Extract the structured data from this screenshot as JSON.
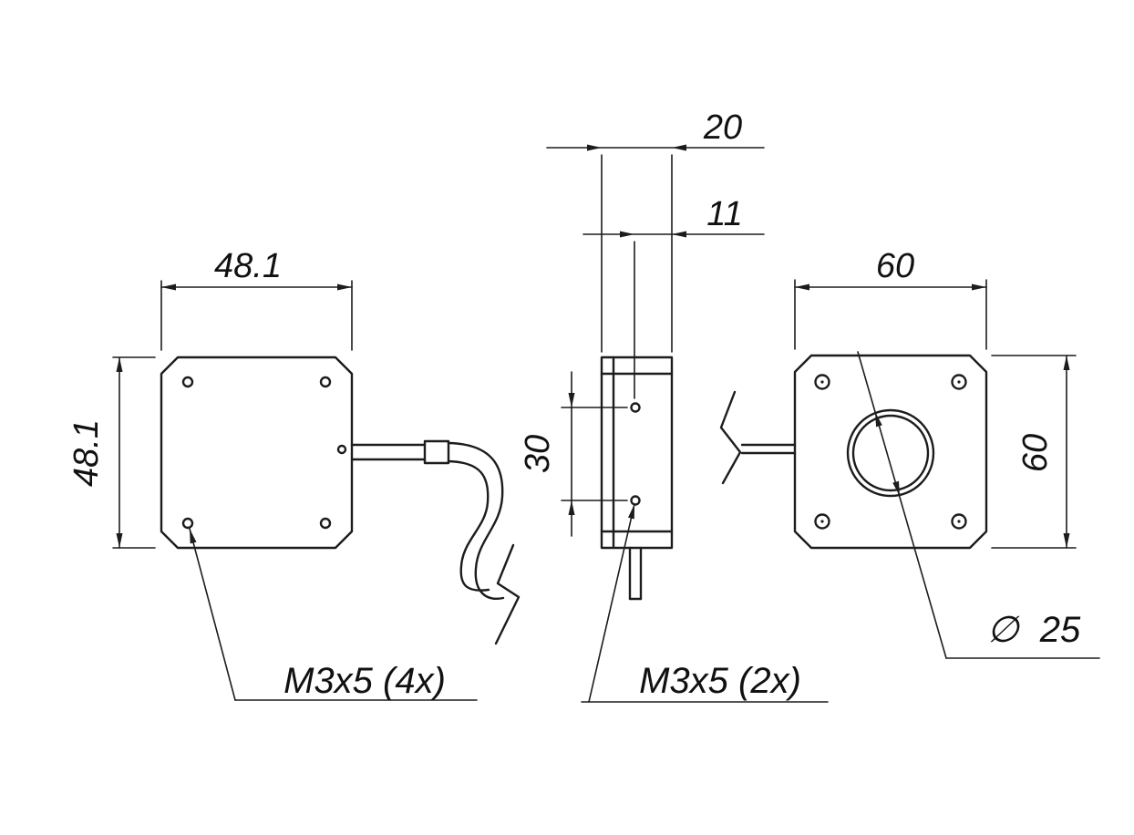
{
  "drawing": {
    "dimensions": {
      "front_width": "48.1",
      "front_height": "48.1",
      "depth_total": "20",
      "depth_body": "11",
      "hole_spacing": "30",
      "back_width": "60",
      "back_height": "60",
      "bore_diameter": "25",
      "diameter_symbol": "∅"
    },
    "annotations": {
      "front_thread": "M3x5 (4x)",
      "side_thread": "M3x5 (2x)"
    },
    "colors": {
      "line": "#1c1c1c",
      "background": "#ffffff"
    }
  }
}
